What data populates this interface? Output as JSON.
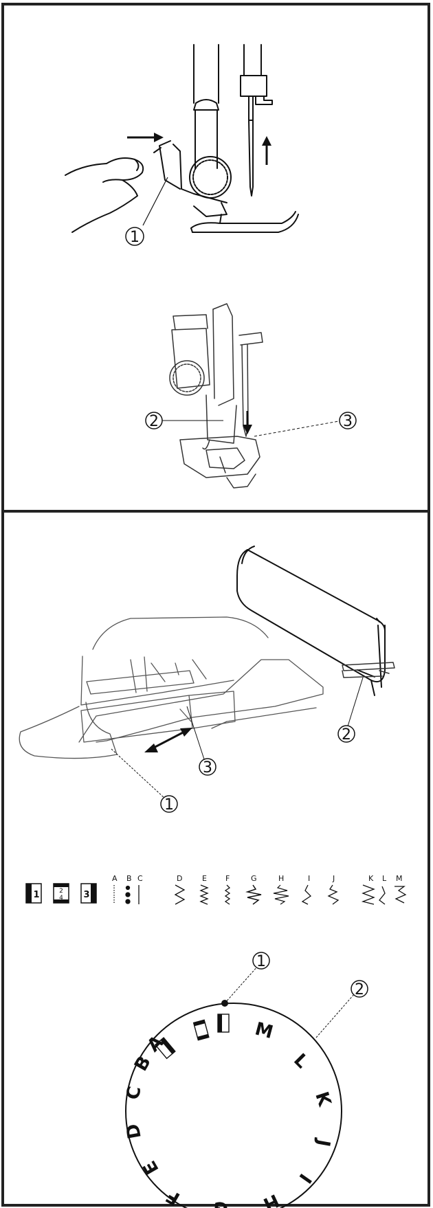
{
  "figures": {
    "foot_release": {
      "callouts": [
        "1"
      ]
    },
    "foot_attach": {
      "callouts": [
        "2",
        "3"
      ]
    },
    "extension_table": {
      "callouts": [
        "2",
        "3",
        "1"
      ]
    },
    "stitch_chart": {
      "boxes": [
        "1",
        "2\n4",
        "3"
      ],
      "letters": [
        "A",
        "B",
        "C",
        "D",
        "E",
        "F",
        "G",
        "H",
        "I",
        "J",
        "K",
        "L",
        "M"
      ]
    },
    "dial": {
      "callouts": [
        "1",
        "2"
      ],
      "letters": [
        "A",
        "B",
        "C",
        "D",
        "E",
        "F",
        "G",
        "H",
        "I",
        "J",
        "K",
        "L",
        "M"
      ]
    }
  }
}
